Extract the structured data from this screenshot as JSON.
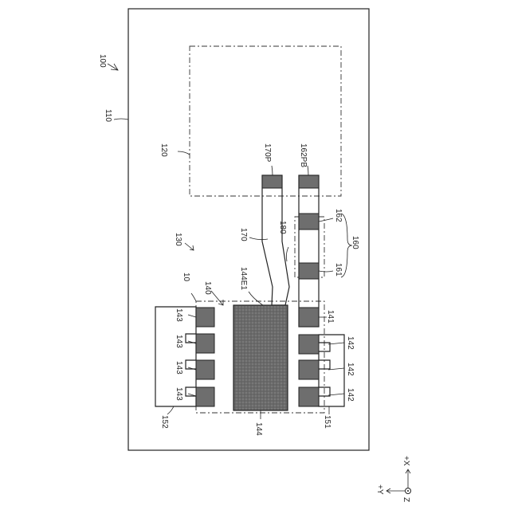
{
  "labels": {
    "device": "100",
    "substrate": "110",
    "region": "120",
    "module": "130",
    "chip": "10",
    "package": "140",
    "edge": "144E1",
    "line": "170",
    "line_pad": "170P",
    "via": "180",
    "group": "160",
    "pad_top": "162PB",
    "pad_upper": "162",
    "pad_lower": "161",
    "pad_141": "141",
    "pad_142": "142",
    "pad_143": "143",
    "die": "144",
    "frame_left": "152",
    "frame_right": "151"
  },
  "axes": {
    "x": "+X",
    "y": "+Y",
    "z": "Z"
  }
}
